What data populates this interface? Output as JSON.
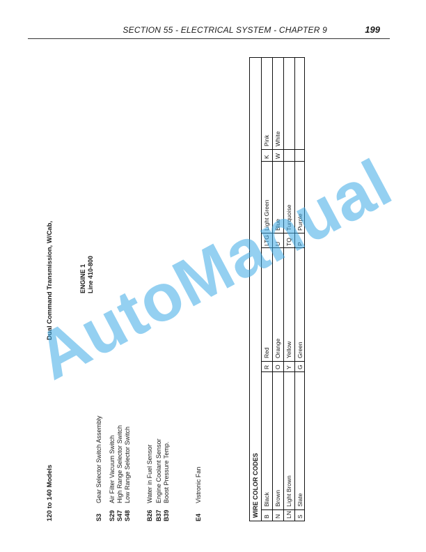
{
  "header": {
    "title": "SECTION 55 - ELECTRICAL SYSTEM - CHAPTER 9",
    "page_number": "199"
  },
  "sheet": {
    "models": "120 to 140 Models",
    "transmission": "Dual Command Transmission, W/Cab,",
    "engine_title": "ENGINE 1",
    "engine_line": "Line 410-800",
    "components": [
      {
        "code": "S3",
        "label": "Gear Selector Switch Assembly"
      },
      {
        "code": "S29",
        "label": "Air Filter Vacuum Switch"
      },
      {
        "code": "S47",
        "label": "High Range Selector Switch"
      },
      {
        "code": "S48",
        "label": "Low Range Selector Switch"
      },
      {
        "code": "B26",
        "label": "Water in Fuel Sensor"
      },
      {
        "code": "B37",
        "label": "Engine Coolant Sensor"
      },
      {
        "code": "B39",
        "label": "Boost Pressure Temp."
      },
      {
        "code": "E4",
        "label": "Vistronic Fan"
      }
    ]
  },
  "wire_colors": {
    "title": "WIRE COLOR CODES",
    "columns": [
      [
        {
          "code": "B",
          "name": "Black"
        },
        {
          "code": "N",
          "name": "Brown"
        },
        {
          "code": "LN",
          "name": "Light Brown"
        },
        {
          "code": "S",
          "name": "Slate"
        }
      ],
      [
        {
          "code": "R",
          "name": "Red"
        },
        {
          "code": "O",
          "name": "Orange"
        },
        {
          "code": "Y",
          "name": "Yellow"
        },
        {
          "code": "G",
          "name": "Green"
        }
      ],
      [
        {
          "code": "LTG",
          "name": "Light Green"
        },
        {
          "code": "U",
          "name": "Blue"
        },
        {
          "code": "TQ",
          "name": "Turquoise"
        },
        {
          "code": "P",
          "name": "Purple"
        }
      ],
      [
        {
          "code": "K",
          "name": "Pink"
        },
        {
          "code": "W",
          "name": "White"
        },
        {
          "code": "",
          "name": ""
        },
        {
          "code": "",
          "name": ""
        }
      ]
    ]
  },
  "watermark": "AutoManual"
}
